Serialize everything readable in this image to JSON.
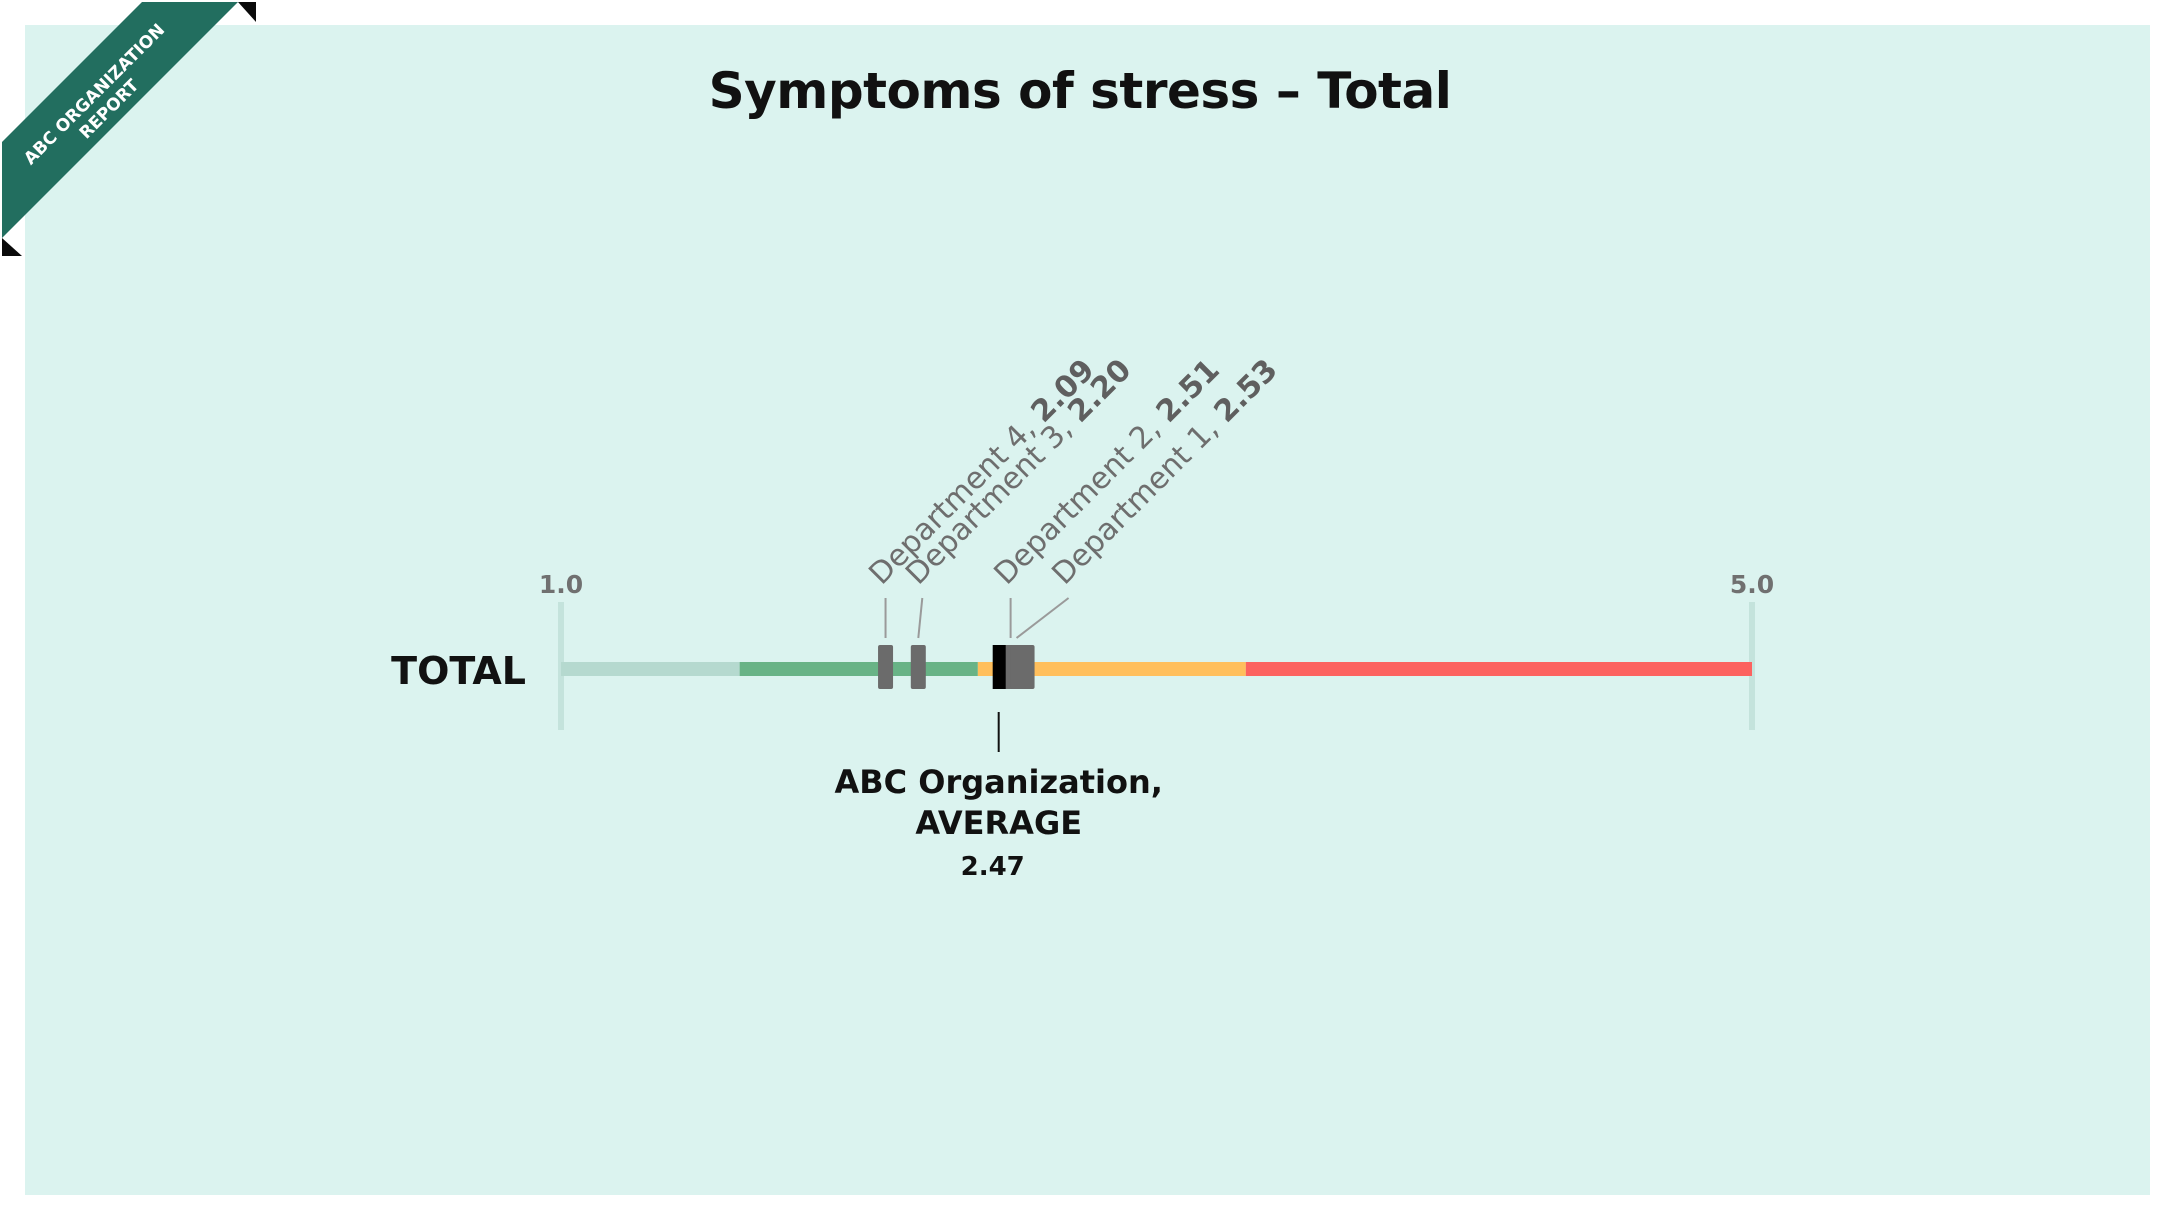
{
  "ribbon": {
    "line1": "ABC ORGANIZATION",
    "line2": "REPORT",
    "color": "#226e5f"
  },
  "chart_data": {
    "type": "scale",
    "title": "Symptoms of stress – Total",
    "row_label": "TOTAL",
    "xlim": [
      1.0,
      5.0
    ],
    "tick_labels": [
      "1.0",
      "5.0"
    ],
    "bands": [
      {
        "from": 1.0,
        "to": 1.6,
        "color": "#b5d9cf"
      },
      {
        "from": 1.6,
        "to": 2.4,
        "color": "#68b386"
      },
      {
        "from": 2.4,
        "to": 3.3,
        "color": "#ffbf5c"
      },
      {
        "from": 3.3,
        "to": 5.0,
        "color": "#fc625f"
      }
    ],
    "departments": [
      {
        "name": "Department 4",
        "value": 2.09,
        "value_label": "2.09"
      },
      {
        "name": "Department 3",
        "value": 2.2,
        "value_label": "2.20"
      },
      {
        "name": "Department 2",
        "value": 2.51,
        "value_label": "2.51"
      },
      {
        "name": "Department 1",
        "value": 2.53,
        "value_label": "2.53"
      }
    ],
    "average": {
      "line1": "ABC Organization,",
      "line2": "AVERAGE",
      "value": 2.47,
      "value_label": "2.47"
    },
    "colors": {
      "department_marker": "#6b6b6b",
      "average_marker": "#000000",
      "axis_tick": "#c4e3dc"
    }
  }
}
